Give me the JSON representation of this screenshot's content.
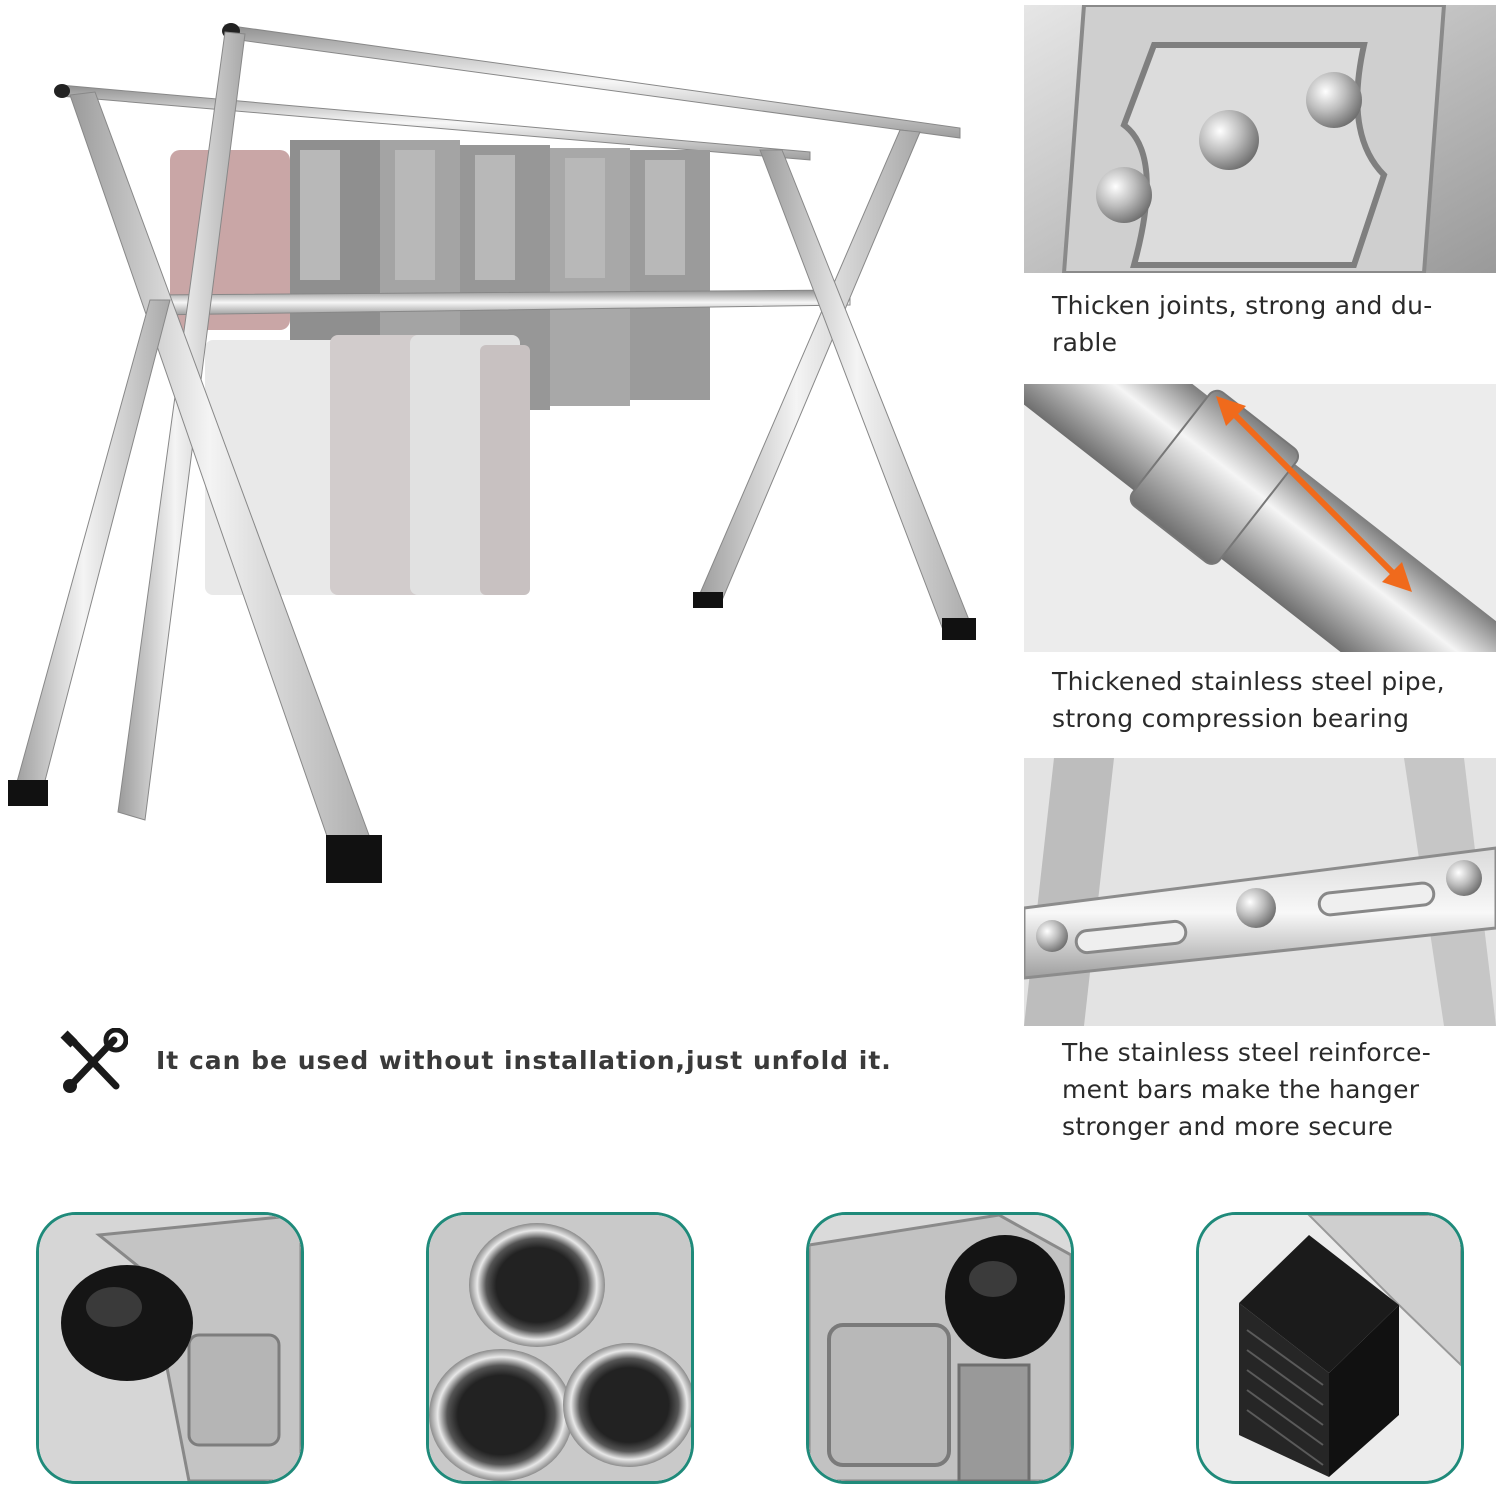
{
  "features": [
    {
      "caption_lines": [
        "Thicken joints, strong and du-",
        "rable"
      ]
    },
    {
      "caption_lines": [
        "Thickened stainless steel pipe,",
        "strong compression bearing"
      ]
    },
    {
      "caption_lines": [
        "The stainless steel reinforce-",
        "ment bars make the hanger",
        "stronger and more secure"
      ]
    }
  ],
  "tagline": "It can be used without installation,just unfold it.",
  "icons": {
    "tools": "wrench-screwdriver-icon"
  },
  "colors": {
    "accent_arrow": "#f06a1c",
    "thumb_border": "#1f8a7a",
    "steel": "#c8c8c8"
  }
}
